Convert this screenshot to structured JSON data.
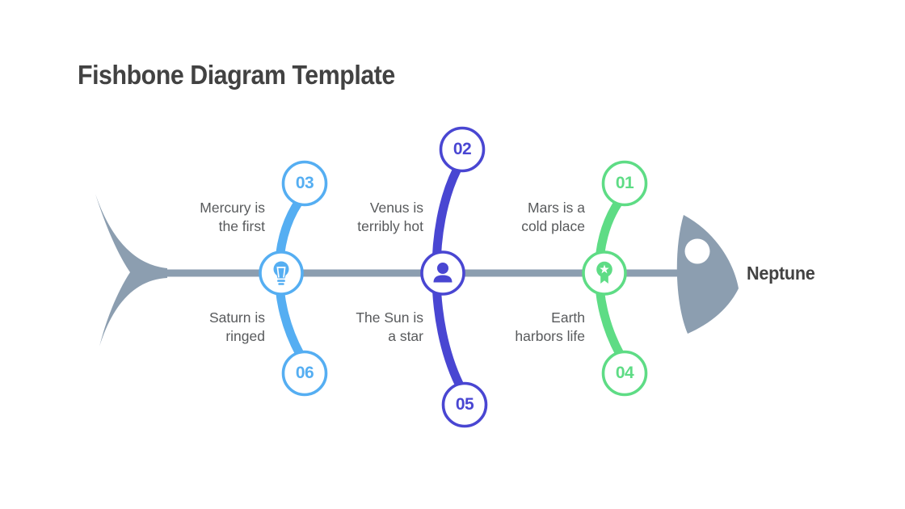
{
  "title": "Fishbone Diagram Template",
  "head": {
    "label": "Neptune"
  },
  "colors": {
    "background": "#FFFFFF",
    "fish_gray": "#8C9EB0",
    "branch_blue": "#55AEF2",
    "branch_indigo": "#4946D2",
    "branch_green": "#5EDC85",
    "heading_text": "#424242",
    "label_text": "#585A5C"
  },
  "branches": [
    {
      "name": "blue",
      "color": "#55AEF2",
      "icon": "lightbulb-icon",
      "top": {
        "number": "03",
        "label": [
          "Mercury is",
          "the first"
        ]
      },
      "bottom": {
        "number": "06",
        "label": [
          "Saturn is",
          "ringed"
        ]
      }
    },
    {
      "name": "indigo",
      "color": "#4946D2",
      "icon": "person-icon",
      "top": {
        "number": "02",
        "label": [
          "Venus is",
          "terribly hot"
        ]
      },
      "bottom": {
        "number": "05",
        "label": [
          "The Sun is",
          "a star"
        ]
      }
    },
    {
      "name": "green",
      "color": "#5EDC85",
      "icon": "award-icon",
      "top": {
        "number": "01",
        "label": [
          "Mars is a",
          "cold place"
        ]
      },
      "bottom": {
        "number": "04",
        "label": [
          "Earth",
          "harbors life"
        ]
      }
    }
  ]
}
